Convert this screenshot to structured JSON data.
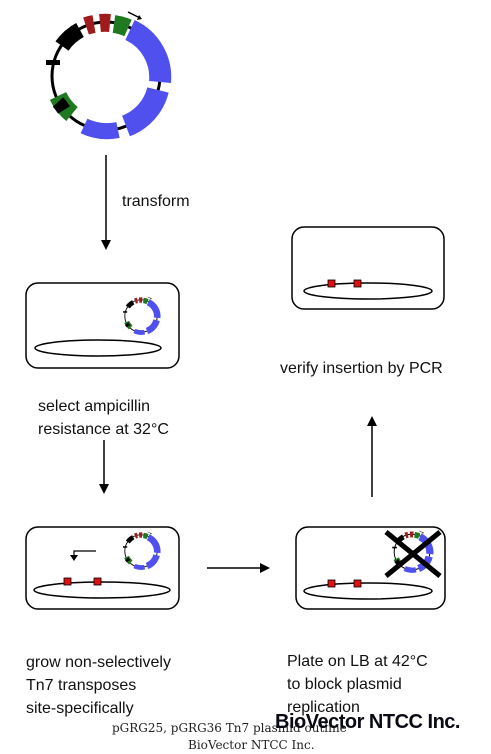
{
  "steps": {
    "transform": "transform",
    "select": [
      "select ampicillin",
      "resistance at 32°C"
    ],
    "grow": [
      "grow non-selectively",
      "Tn7 transposes",
      "site-specifically"
    ],
    "plate": [
      "Plate on LB at 42°C",
      "to block plasmid",
      "replication"
    ],
    "verify": "verify insertion by PCR"
  },
  "caption": [
    "pGRG25, pGRG36 Tn7 plasmid outline",
    "BioVector NTCC Inc."
  ],
  "watermark": "BioVector NTCC Inc.",
  "colors": {
    "plasmid_blue": "#5050ee",
    "plasmid_green": "#1f7a1f",
    "plasmid_red": "#a01c1c",
    "plasmid_black": "#000000",
    "insert_red": "#dd1111"
  }
}
